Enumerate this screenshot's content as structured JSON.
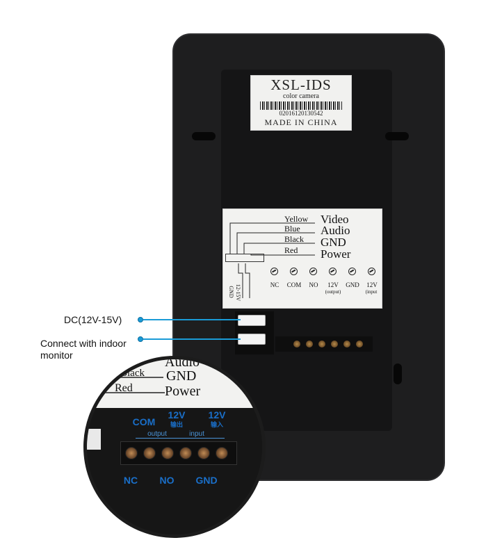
{
  "sticker": {
    "title": "XSL-IDS",
    "subtitle": "color camera",
    "serial": "02016120130542",
    "origin": "MADE IN CHINA"
  },
  "wiring_label": {
    "wires": [
      {
        "color": "Yellow",
        "signal": "Video"
      },
      {
        "color": "Blue",
        "signal": "Audio"
      },
      {
        "color": "Black",
        "signal": "GND"
      },
      {
        "color": "Red",
        "signal": "Power"
      }
    ],
    "terminals": [
      "NC",
      "COM",
      "NO",
      "12V",
      "GND",
      "12V"
    ],
    "terminal_notes": [
      "(output)",
      "(input"
    ],
    "power_pins": [
      "12-15V",
      "GND"
    ]
  },
  "callouts": {
    "dc": "DC(12V-15V)",
    "indoor_line1": "Connect with indoor",
    "indoor_line2": "monitor"
  },
  "zoom": {
    "label_lines": [
      "Audio",
      "Black",
      "GND",
      "Red",
      "Power"
    ],
    "top_labels": [
      "COM",
      "12V",
      "输出",
      "12V",
      "输入"
    ],
    "group_labels": [
      "output",
      "input"
    ],
    "bottom_labels": [
      "NC",
      "NO",
      "GND"
    ]
  },
  "colors": {
    "accent": "#1a9bd7",
    "terminal_text": "#1a6fc9",
    "device": "#1e1e1f"
  }
}
